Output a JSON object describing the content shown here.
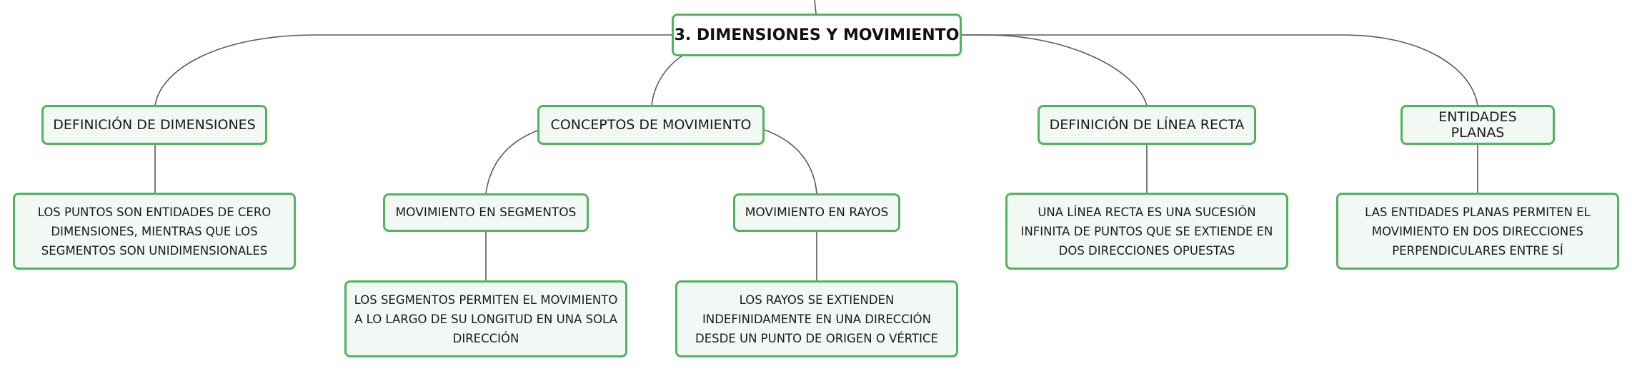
{
  "colors": {
    "border": "#52b35f",
    "fill": "#f2f8f3",
    "line": "#5a5a5a"
  },
  "root": {
    "label": "3. DIMENSIONES Y MOVIMIENTO"
  },
  "branches": [
    {
      "label": "DEFINICIÓN DE DIMENSIONES",
      "detail": "LOS PUNTOS SON ENTIDADES DE CERO DIMENSIONES, MIENTRAS QUE LOS SEGMENTOS SON UNIDIMENSIONALES"
    },
    {
      "label": "CONCEPTOS DE MOVIMIENTO",
      "children": [
        {
          "label": "MOVIMIENTO EN SEGMENTOS",
          "detail": "LOS SEGMENTOS PERMITEN EL MOVIMIENTO A LO LARGO DE SU LONGITUD EN UNA SOLA DIRECCIÓN"
        },
        {
          "label": "MOVIMIENTO EN RAYOS",
          "detail": "LOS RAYOS SE EXTIENDEN INDEFINIDAMENTE EN UNA DIRECCIÓN DESDE UN PUNTO DE ORIGEN O VÉRTICE"
        }
      ]
    },
    {
      "label": "DEFINICIÓN DE LÍNEA RECTA",
      "detail": "UNA LÍNEA RECTA ES UNA SUCESIÓN INFINITA DE PUNTOS QUE SE EXTIENDE EN DOS DIRECCIONES OPUESTAS"
    },
    {
      "label": "ENTIDADES PLANAS",
      "detail": "LAS ENTIDADES PLANAS PERMITEN EL MOVIMIENTO EN DOS DIRECCIONES PERPENDICULARES ENTRE SÍ"
    }
  ]
}
